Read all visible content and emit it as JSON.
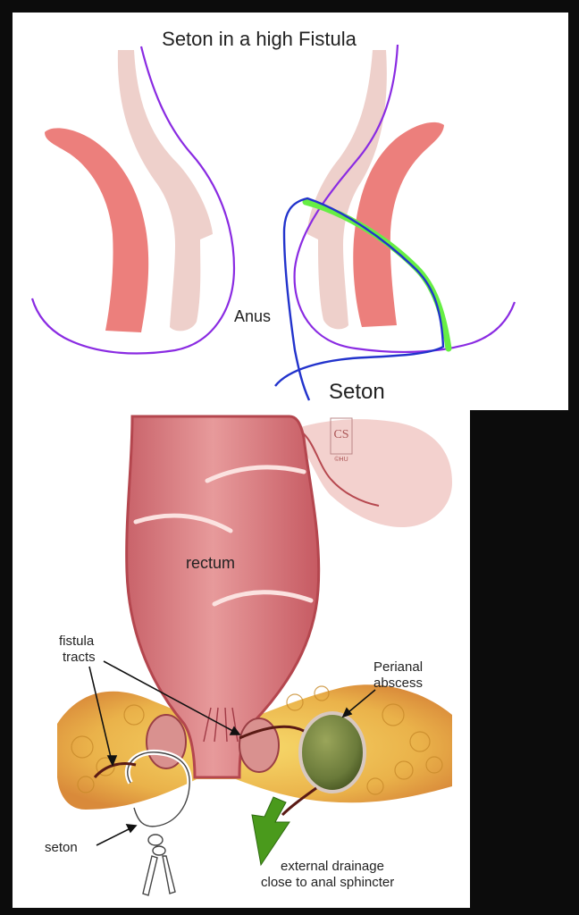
{
  "top_diagram": {
    "title": "Seton in a high Fistula",
    "label_anus": "Anus",
    "label_seton": "Seton"
  },
  "bottom_illustration": {
    "label_rectum": "rectum",
    "label_fistula_line1": "fistula",
    "label_fistula_line2": "tracts",
    "label_perianal_line1": "Perianal",
    "label_perianal_line2": "abscess",
    "label_seton": "seton",
    "label_drainage_line1": "external drainage",
    "label_drainage_line2": "close to anal sphincter",
    "logo_letters": "CS",
    "logo_subtext": "©HU"
  },
  "colors": {
    "muscle": "#ec7f7c",
    "mucosa": "#eed0cb",
    "skin_outline": "#8a2be2",
    "seton_blue": "#2233cc",
    "seton_green": "#66ee44",
    "drain_arrow": "#4a9a1c",
    "abscess": "#6a7a3a"
  }
}
